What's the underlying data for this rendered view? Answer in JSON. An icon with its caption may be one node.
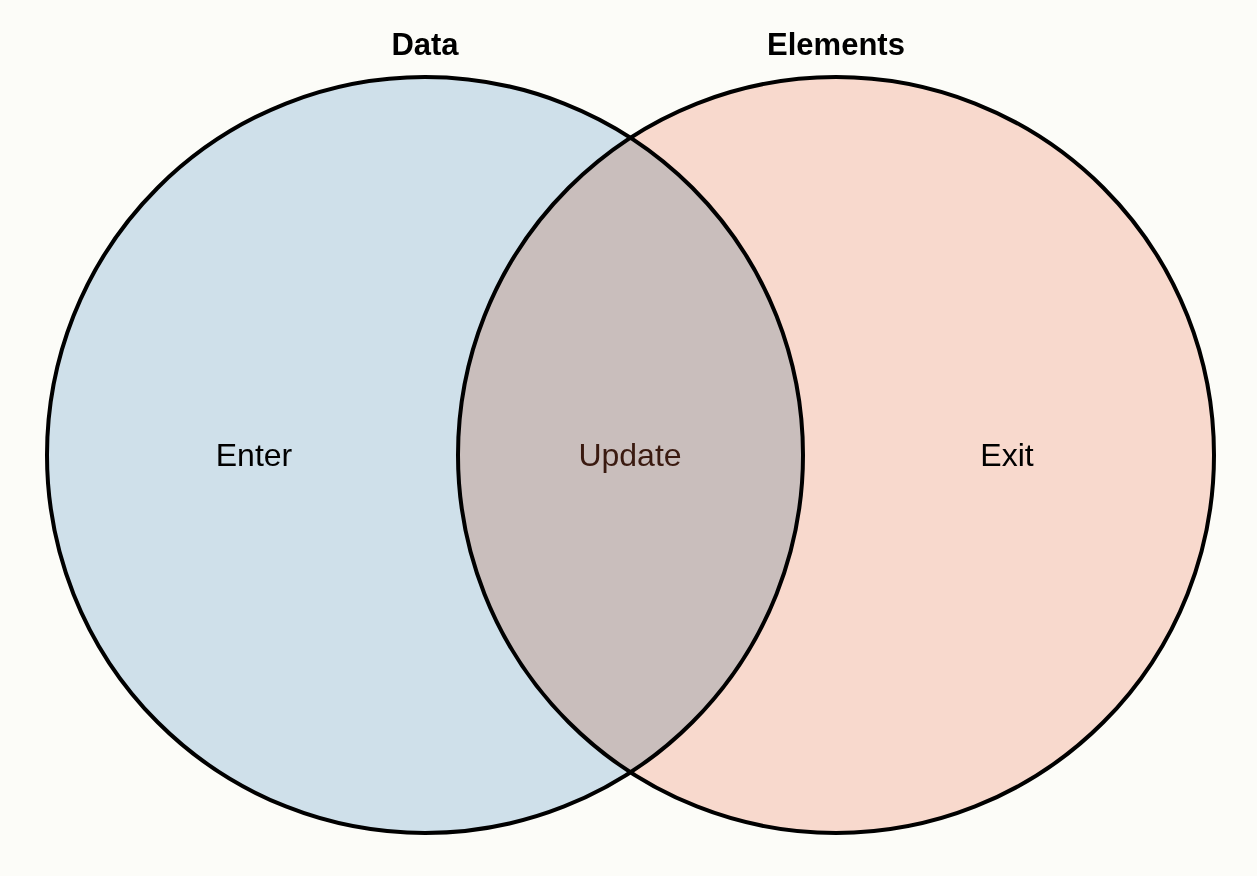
{
  "diagram": {
    "nodes": [
      {
        "text": [
          "Data"
        ]
      },
      {
        "text": [
          "Elements"
        ]
      }
    ],
    "labels": [
      "Enter",
      "Update",
      "Exit"
    ]
  }
}
